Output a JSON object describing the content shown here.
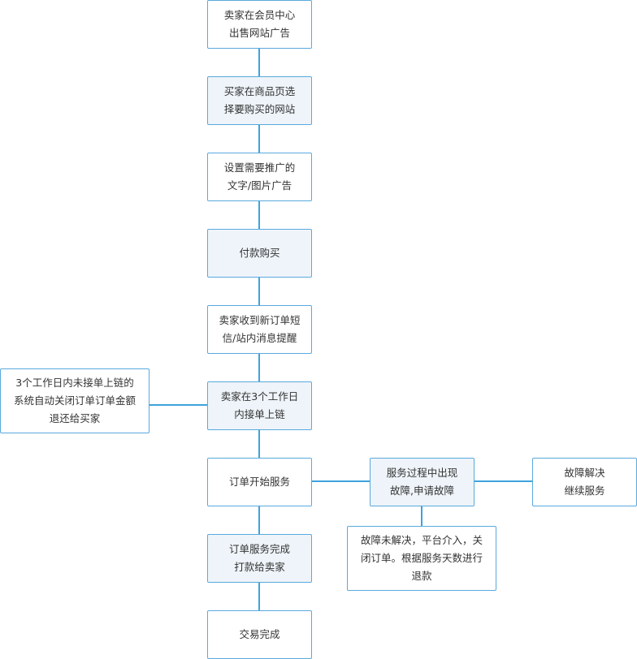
{
  "flowchart": {
    "nodes": {
      "n1": "卖家在会员中心\n出售网站广告",
      "n2": "买家在商品页选\n择要购买的网站",
      "n3": "设置需要推广的\n文字/图片广告",
      "n4": "付款购买",
      "n5": "卖家收到新订单短\n信/站内消息提醒",
      "n6": "卖家在3个工作日\n内接单上链",
      "n7": "订单开始服务",
      "n8": "订单服务完成\n打款给卖家",
      "n9": "交易完成",
      "side_timeout": "3个工作日内未接单上链的\n系统自动关闭订单订单金额\n退还给买家",
      "fault": "服务过程中出现\n故障,申请故障",
      "fault_resolved": "故障解决\n继续服务",
      "fault_unresolved": "故障未解决，平台介入，关\n闭订单。根据服务天数进行\n退款"
    },
    "colors": {
      "line": "#3ea3dc",
      "border": "#5aa9dd",
      "alt_fill": "#eef4f9"
    }
  }
}
